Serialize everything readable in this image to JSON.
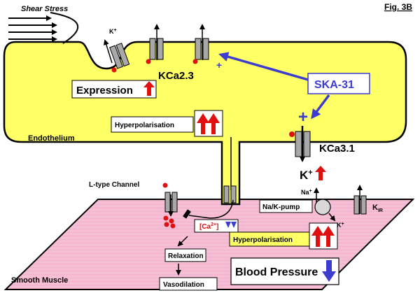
{
  "figure_label": "Fig. 3B",
  "shear_stress": "Shear Stress",
  "k_plus": "K",
  "plus_sign": "+",
  "kca23": "KCa2.3",
  "expression": "Expression",
  "ska31": "SKA-31",
  "hyperpol_top": "Hyperpolarisation",
  "endothelium": "Endothelium",
  "kca31": "KCa3.1",
  "k_big": "K",
  "l_type": "L-type Channel",
  "na_plus": "Na",
  "na_k_pump": "Na/K-pump",
  "kir_main": "K",
  "kir_sub": "IR",
  "ca_label": "[Ca",
  "ca_sup": "2+",
  "ca_close": "]",
  "hyperpol_bottom": "Hyperpolarisation",
  "relaxation": "Relaxation",
  "vasodilation": "Vasodilation",
  "smooth_muscle": "Smooth Muscle",
  "blood_pressure": "Blood Pressure",
  "colors": {
    "endothelium_fill": "#ffff66",
    "muscle_fill": "#ffc8dc",
    "muscle_stripe": "#ee9ec0",
    "ska_blue": "#3c3cd0",
    "red_arrow": "#e01010",
    "red_dot": "#dd1111",
    "channel_grey": "#a8a8a8"
  }
}
